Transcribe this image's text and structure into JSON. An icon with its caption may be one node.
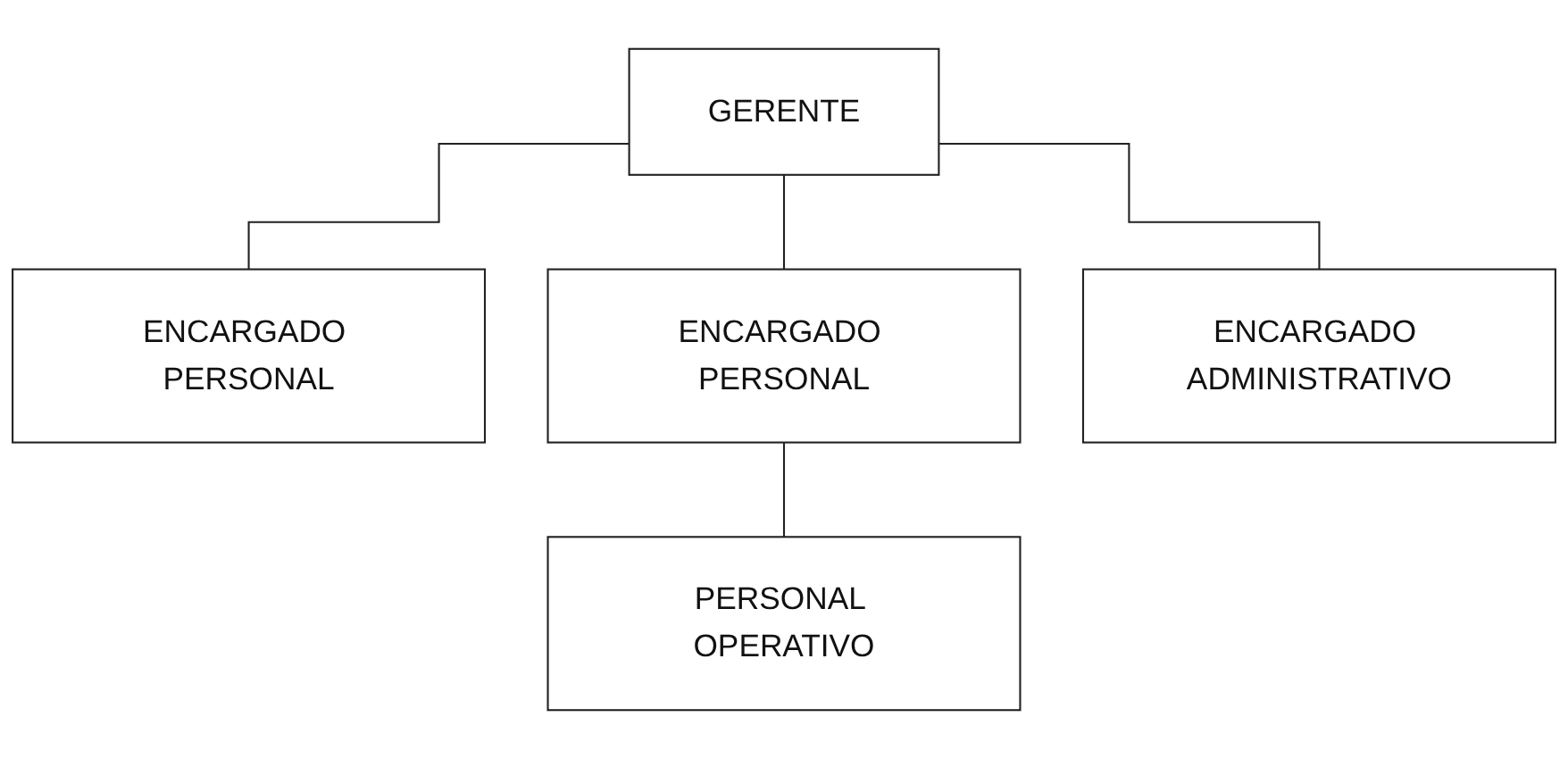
{
  "diagram": {
    "nodes": [
      {
        "text": [
          "GERENTE"
        ]
      },
      {
        "text": [
          "ENCARGADO PERSONAL"
        ]
      },
      {
        "text": [
          "ENCARGADO PERSONAL"
        ]
      },
      {
        "text": [
          "ENCARGADO ADMINISTRATIVO"
        ]
      },
      {
        "text": [
          "PERSONAL OPERATIVO"
        ]
      }
    ],
    "edges": [
      {
        "from": 0,
        "to": 1,
        "arrow": "none"
      },
      {
        "from": 0,
        "to": 2,
        "arrow": "none"
      },
      {
        "from": 0,
        "to": 3,
        "arrow": "none"
      },
      {
        "from": 2,
        "to": 4,
        "arrow": "none"
      }
    ]
  }
}
